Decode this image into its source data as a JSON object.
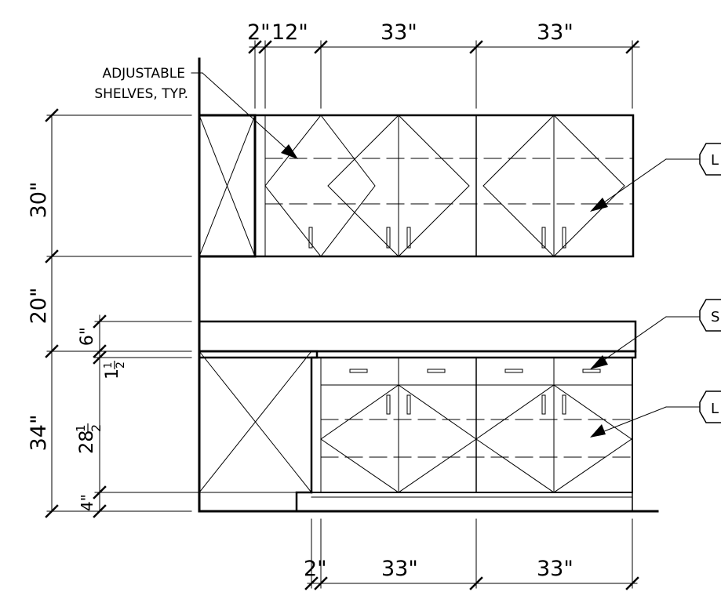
{
  "dimensions": {
    "top": [
      "2\"",
      "12\"",
      "33\"",
      "33\""
    ],
    "bottom": [
      "2\"",
      "33\"",
      "33\""
    ],
    "left_upper": "30\"",
    "left_gap": "20\"",
    "backsplash": "6\"",
    "counter_thickness": {
      "whole": "1",
      "num": "1",
      "den": "2"
    },
    "base_height": "34\"",
    "base_cabinet": {
      "whole": "28",
      "num": "1",
      "den": "2"
    },
    "toe_kick": "4\""
  },
  "notes": {
    "line1": "ADJUSTABLE",
    "line2": "SHELVES, TYP."
  },
  "tags": [
    "L",
    "S",
    "L"
  ]
}
